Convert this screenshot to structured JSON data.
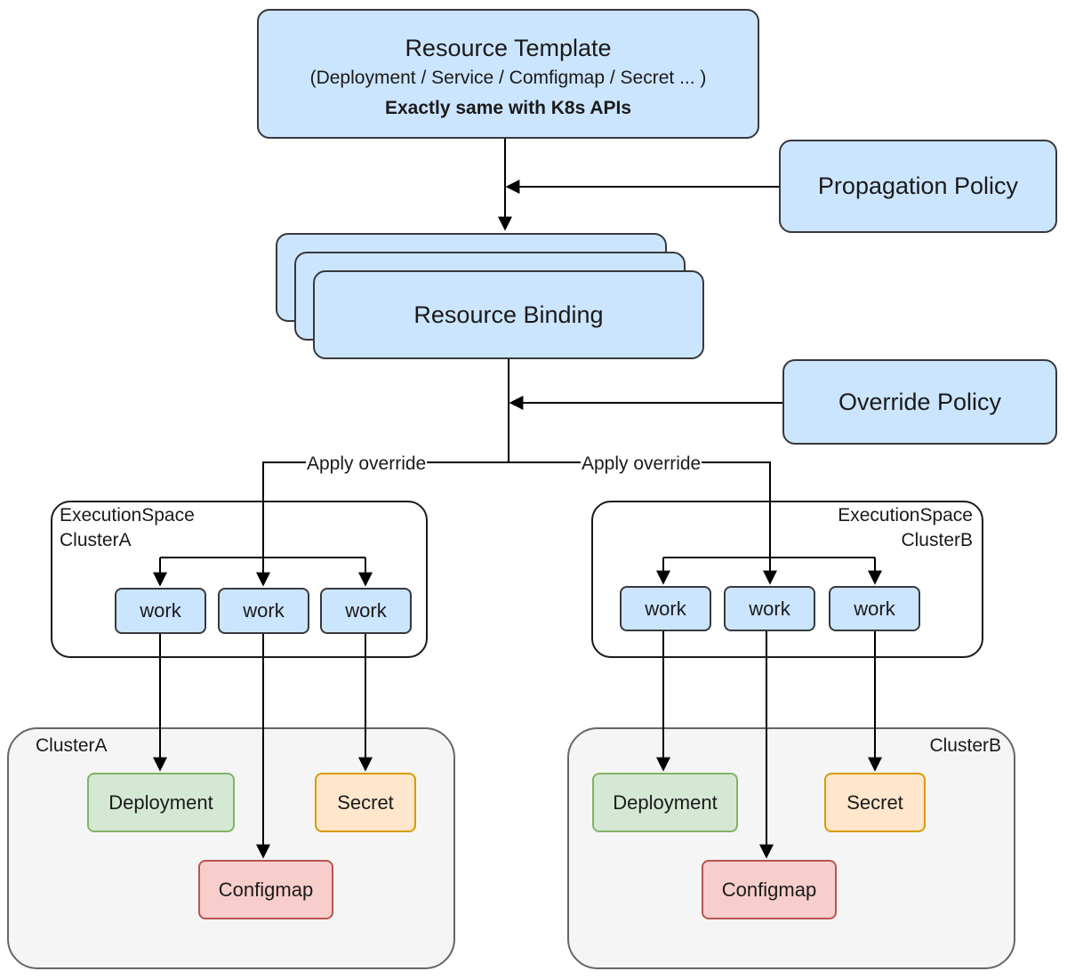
{
  "resource_template": {
    "title": "Resource Template",
    "subtitle": "(Deployment / Service / Comfigmap / Secret ... )",
    "note": "Exactly same with K8s APIs"
  },
  "propagation_policy": {
    "label": "Propagation Policy"
  },
  "resource_binding": {
    "label": "Resource Binding"
  },
  "override_policy": {
    "label": "Override Policy"
  },
  "edges": {
    "apply_override_left": "Apply override",
    "apply_override_right": "Apply override"
  },
  "execution_space_a": {
    "line1": "ExecutionSpace",
    "line2": "ClusterA",
    "works": [
      "work",
      "work",
      "work"
    ]
  },
  "execution_space_b": {
    "line1": "ExecutionSpace",
    "line2": "ClusterB",
    "works": [
      "work",
      "work",
      "work"
    ]
  },
  "cluster_a": {
    "label": "ClusterA",
    "deployment": "Deployment",
    "secret": "Secret",
    "configmap": "Configmap"
  },
  "cluster_b": {
    "label": "ClusterB",
    "deployment": "Deployment",
    "secret": "Secret",
    "configmap": "Configmap"
  },
  "colors": {
    "blue_fill": "#cce5ff",
    "green_fill": "#d5e8d4",
    "orange_fill": "#ffe6cc",
    "red_fill": "#f8cecc",
    "cluster_fill": "#f5f5f5"
  }
}
